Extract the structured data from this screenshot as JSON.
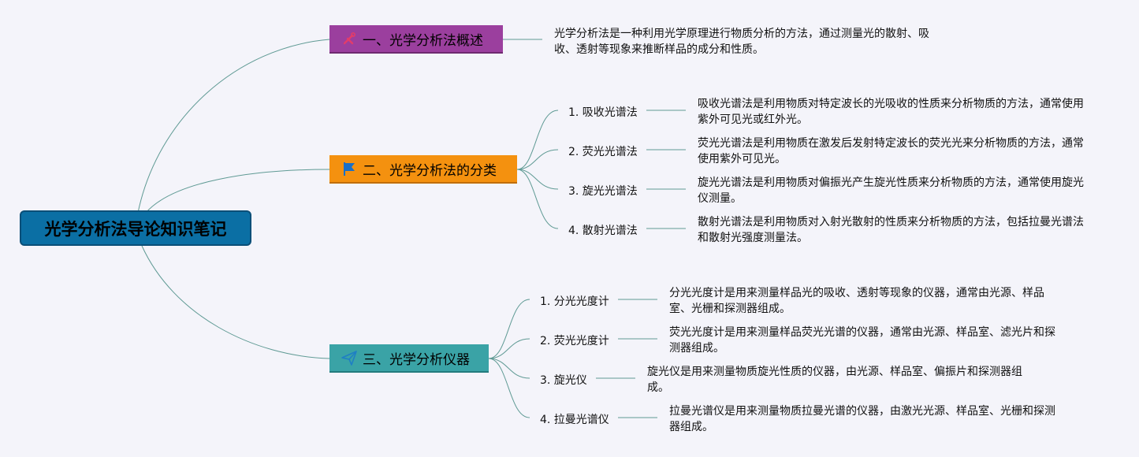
{
  "root": {
    "title": "光学分析法导论知识笔记"
  },
  "branches": [
    {
      "label": "一、光学分析法概述",
      "icon": "tools-icon",
      "color": "#9b3f9e",
      "description_lines": [
        "光学分析法是一种利用光学原理进行物质分析的方法，通过测量光的散射、吸",
        "收、透射等现象来推断样品的成分和性质。"
      ]
    },
    {
      "label": "二、光学分析法的分类",
      "icon": "flag-icon",
      "color": "#f4910f",
      "items": [
        {
          "label": "1. 吸收光谱法",
          "lines": [
            "吸收光谱法是利用物质对特定波长的光吸收的性质来分析物质的方法，通常使用",
            "紫外可见光或红外光。"
          ]
        },
        {
          "label": "2. 荧光光谱法",
          "lines": [
            "荧光光谱法是利用物质在激发后发射特定波长的荧光光来分析物质的方法，通常",
            "使用紫外可见光。"
          ]
        },
        {
          "label": "3. 旋光光谱法",
          "lines": [
            "旋光光谱法是利用物质对偏振光产生旋光性质来分析物质的方法，通常使用旋光",
            "仪测量。"
          ]
        },
        {
          "label": "4. 散射光谱法",
          "lines": [
            "散射光谱法是利用物质对入射光散射的性质来分析物质的方法，包括拉曼光谱法",
            "和散射光强度测量法。"
          ]
        }
      ]
    },
    {
      "label": "三、光学分析仪器",
      "icon": "paper-plane-icon",
      "color": "#3aa3a6",
      "items": [
        {
          "label": "1. 分光光度计",
          "lines": [
            "分光光度计是用来测量样品光的吸收、透射等现象的仪器，通常由光源、样品",
            "室、光栅和探测器组成。"
          ]
        },
        {
          "label": "2. 荧光光度计",
          "lines": [
            "荧光光度计是用来测量样品荧光光谱的仪器，通常由光源、样品室、滤光片和探",
            "测器组成。"
          ]
        },
        {
          "label": "3. 旋光仪",
          "lines": [
            "旋光仪是用来测量物质旋光性质的仪器，由光源、样品室、偏振片和探测器组",
            "成。"
          ]
        },
        {
          "label": "4. 拉曼光谱仪",
          "lines": [
            "拉曼光谱仪是用来测量物质拉曼光谱的仪器，由激光光源、样品室、光栅和探测",
            "器组成。"
          ]
        }
      ]
    }
  ]
}
